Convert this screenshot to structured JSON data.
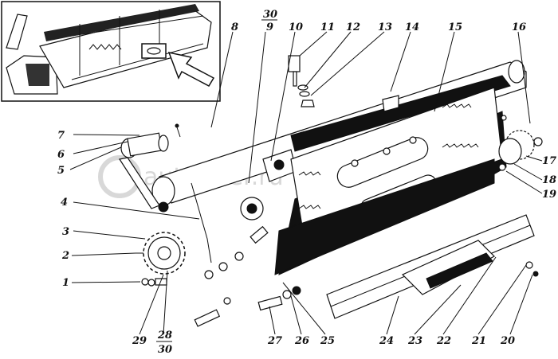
{
  "title": "Exploded assembly drawing (header drive parts)",
  "watermark": "autopiter.ru",
  "labels": {
    "l1": "1",
    "l2": "2",
    "l3": "3",
    "l4": "4",
    "l5": "5",
    "l6": "6",
    "l7": "7",
    "l8": "8",
    "l10": "10",
    "l11": "11",
    "l12": "12",
    "l13": "13",
    "l14": "14",
    "l15": "15",
    "l16": "16",
    "l17": "17",
    "l18": "18",
    "l19": "19",
    "l20": "20",
    "l21": "21",
    "l22": "22",
    "l23": "23",
    "l24": "24",
    "l25": "25",
    "l26": "26",
    "l27": "27",
    "l29": "29",
    "f30_9_num": "30",
    "f30_9_den": "9",
    "f28_30_num": "28",
    "f28_30_den": "30"
  }
}
